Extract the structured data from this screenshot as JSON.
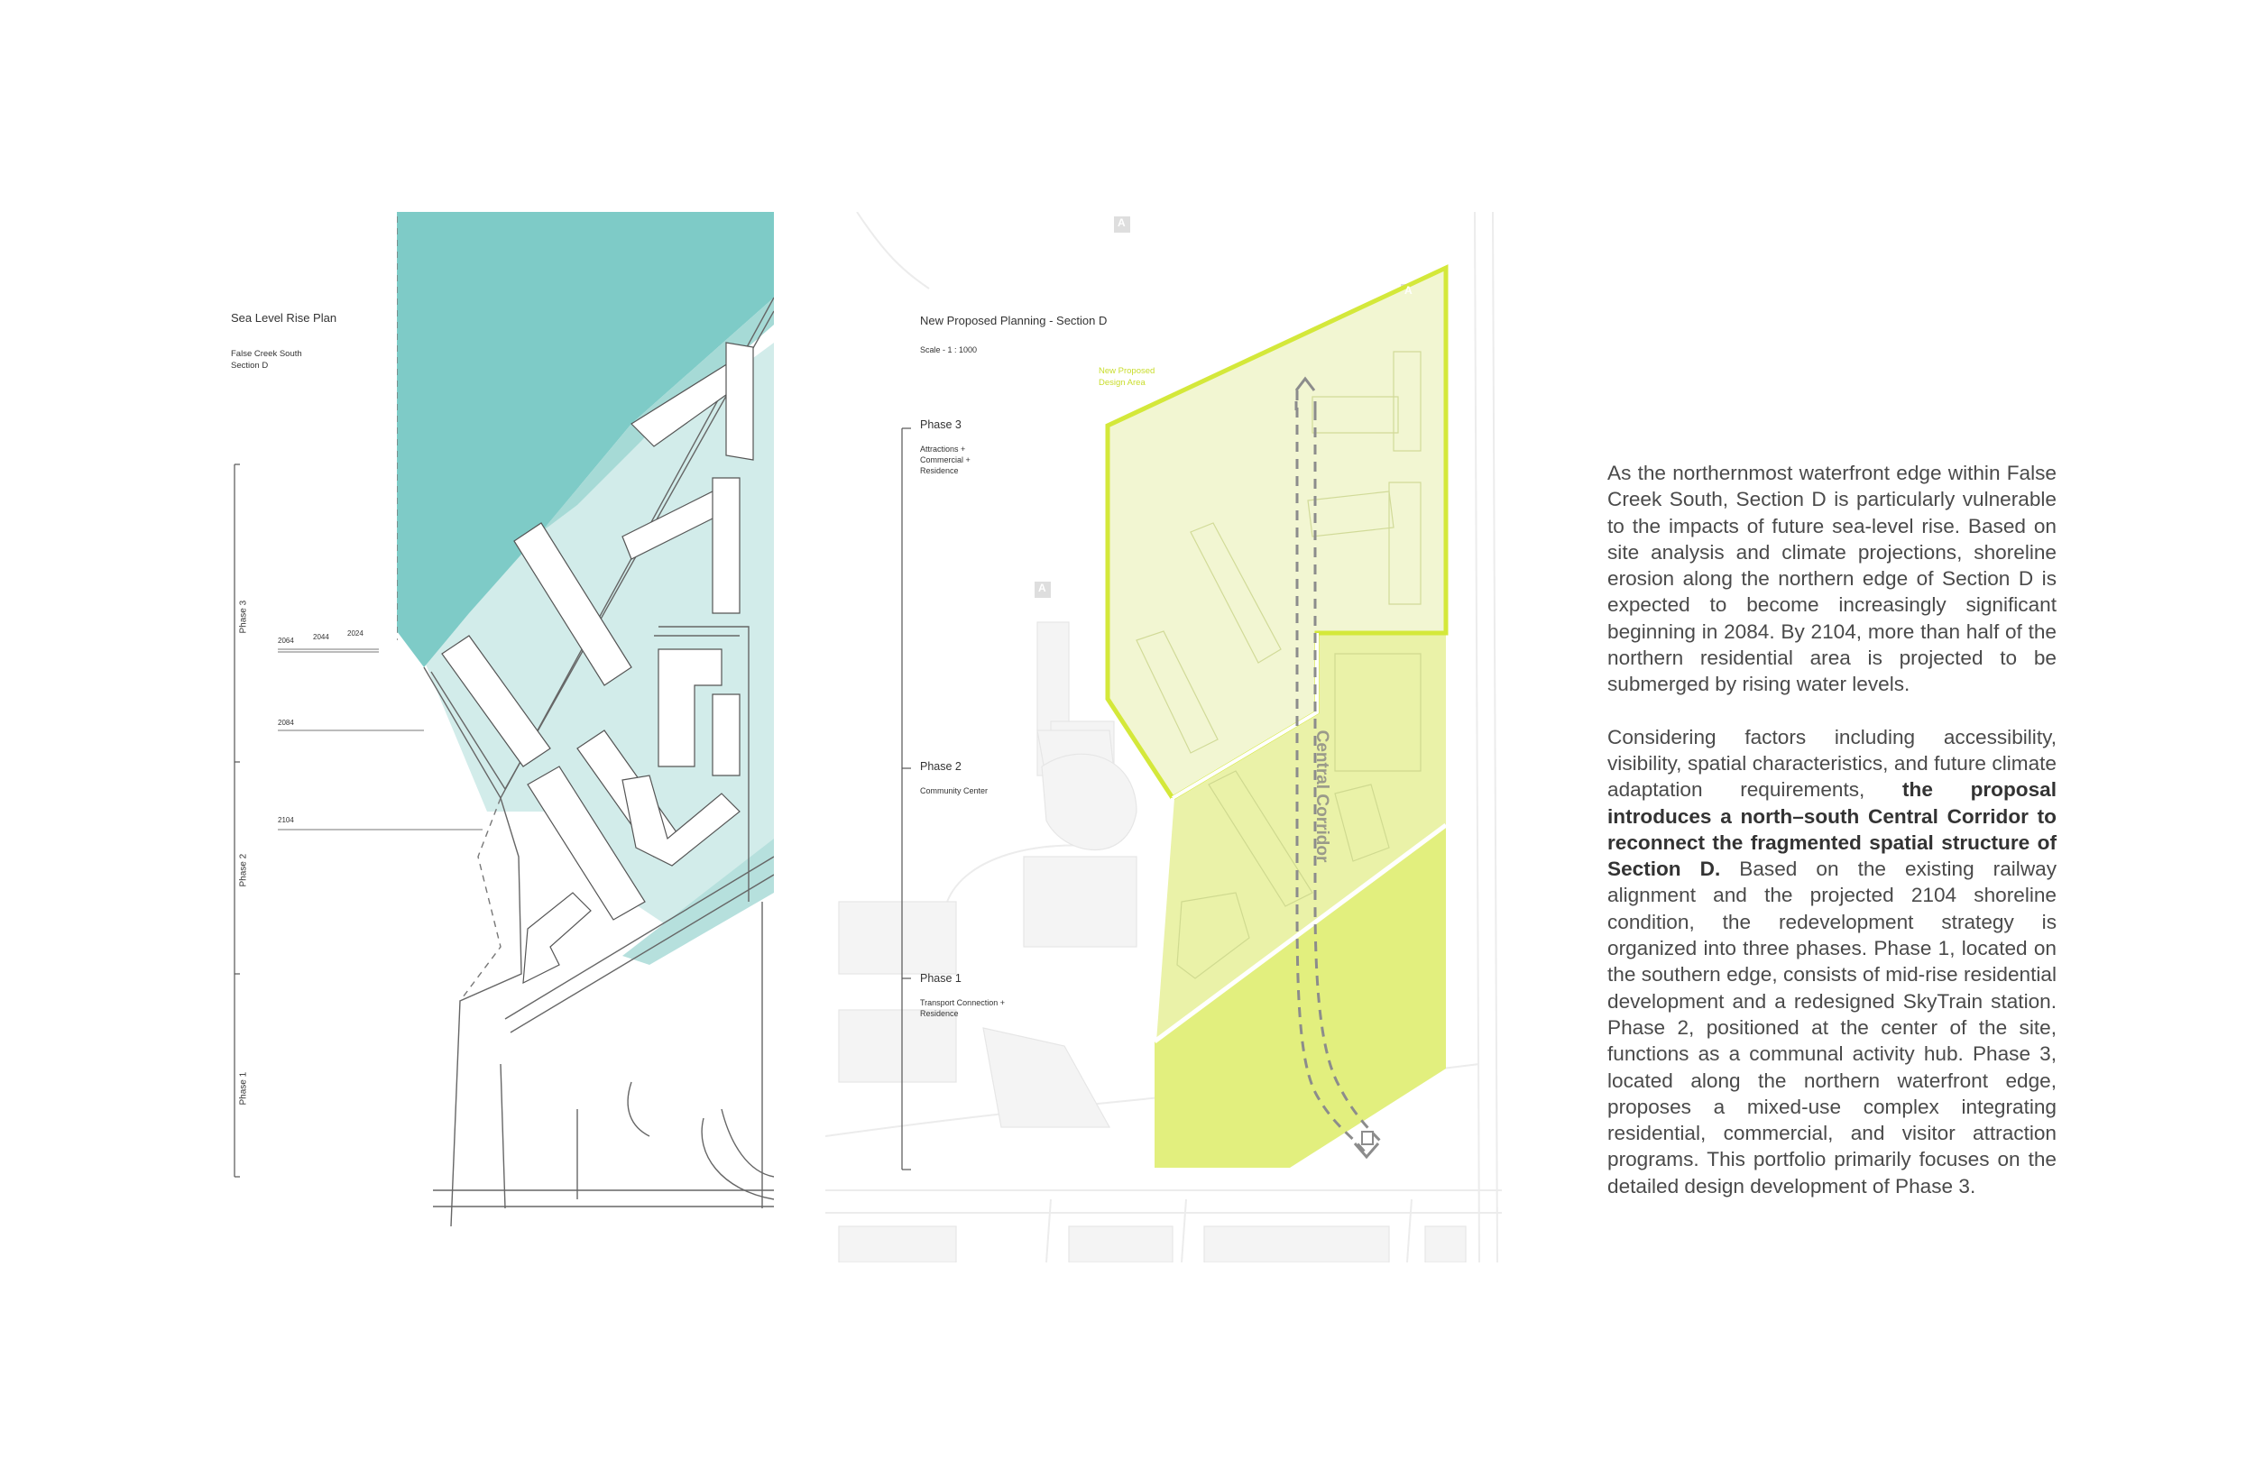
{
  "left_map": {
    "title": "Sea Level Rise Plan",
    "subtitle": [
      "False Creek South",
      "Section D"
    ],
    "phases": [
      "Phase 3",
      "Phase 2",
      "Phase 1"
    ],
    "years": [
      "2064",
      "2044",
      "2024",
      "2084",
      "2104"
    ]
  },
  "right_map": {
    "title": "New Proposed Planning - Section D",
    "scale": "Scale - 1 : 1000",
    "design_area_label": [
      "New Proposed",
      "Design Area"
    ],
    "corridor_label": "Central Corridor",
    "station_marker": "A",
    "phases": [
      {
        "name": "Phase 3",
        "desc": [
          "Attractions +",
          "Commercial +",
          "Residence"
        ]
      },
      {
        "name": "Phase 2",
        "desc": [
          "Community Center"
        ]
      },
      {
        "name": "Phase 1",
        "desc": [
          "Transport Connection +",
          "Residence"
        ]
      }
    ]
  },
  "colors": {
    "sea": "#7ecbc7",
    "sea_light": "#d2ecea",
    "design_outline": "#d4e83a",
    "phase3_fill": "#f2f6d2",
    "phase2_fill": "#eaf2a8",
    "phase1_fill": "#e2ef7e"
  },
  "description": {
    "p1": "As the northernmost waterfront edge within False Creek South, Section D is particularly vulnerable to the impacts of future sea-level rise. Based on site analysis and climate projections, shoreline erosion along the northern edge of Section D is expected to become increasingly significant beginning in 2084. By 2104, more than half of the northern residential area is projected to be submerged by rising water levels.",
    "p2_start": "Considering factors including accessibility, visibility, spatial characteristics, and future climate adaptation requirements, ",
    "p2_bold": "the proposal introduces a north–south Central Corridor to reconnect the fragmented spatial structure of Section D.",
    "p2_end": " Based on the existing railway alignment and the projected 2104 shoreline condition, the redevelopment strategy is organized into three phases. Phase 1, located on the southern edge, consists of mid-rise residential development and a redesigned SkyTrain station. Phase 2, positioned at the center of the site, functions as a communal activity hub. Phase 3, located along the northern waterfront edge, proposes a mixed-use complex integrating residential, commercial, and visitor attraction programs. This portfolio primarily focuses on the detailed design development of Phase 3."
  }
}
